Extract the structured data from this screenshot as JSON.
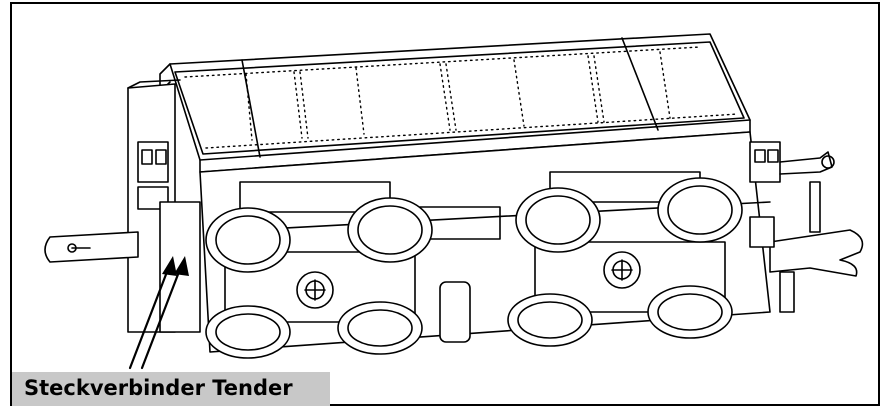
{
  "callout": {
    "label": "Steckverbinder Tender"
  },
  "colors": {
    "frame": "#000000",
    "label_background": "#c8c8c8",
    "line": "#000000"
  },
  "subject": {
    "icon": "tender-underside-technical-drawing",
    "wheels_visible": 8,
    "arrows_pointing_to_connector": 2
  }
}
